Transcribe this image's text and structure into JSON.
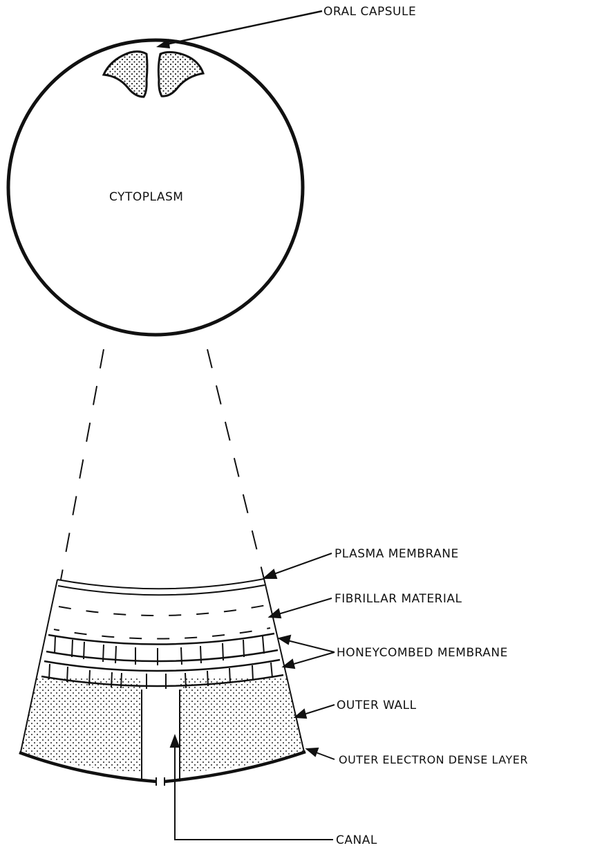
{
  "labels": {
    "oral_capsule": "ORAL CAPSULE",
    "cytoplasm": "CYTOPLASM",
    "plasma_membrane": "PLASMA MEMBRANE",
    "fibrillar_material": "FIBRILLAR MATERIAL",
    "honeycombed_membrane": "HONEYCOMBED MEMBRANE",
    "outer_wall": "OUTER WALL",
    "outer_electron_dense_layer": "OUTER ELECTRON DENSE LAYER",
    "canal": "CANAL"
  },
  "colors": {
    "ink": "#111111",
    "paper": "#ffffff"
  }
}
